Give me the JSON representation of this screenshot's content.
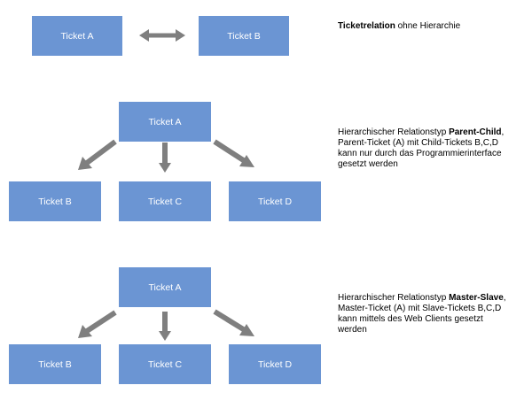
{
  "row1": {
    "left": "Ticket A",
    "right": "Ticket B",
    "desc_bold": "Ticketrelation",
    "desc_rest": " ohne Hierarchie"
  },
  "row2": {
    "parent": "Ticket A",
    "children": [
      "Ticket B",
      "Ticket C",
      "Ticket D"
    ],
    "desc_prefix": "Hierarchischer Relationstyp ",
    "desc_bold": "Parent-Child",
    "desc_suffix": ",",
    "desc_lines": [
      "Parent-Ticket (A) mit Child-Tickets B,C,D",
      "kann nur durch das Programmierinterface",
      "gesetzt werden"
    ]
  },
  "row3": {
    "parent": "Ticket A",
    "children": [
      "Ticket B",
      "Ticket C",
      "Ticket D"
    ],
    "desc_prefix": "Hierarchischer Relationstyp ",
    "desc_bold": "Master-Slave",
    "desc_suffix": ",",
    "desc_lines": [
      "Master-Ticket (A) mit Slave-Tickets B,C,D",
      "kann mittels des Web Clients gesetzt",
      "werden"
    ]
  },
  "colors": {
    "box": "#6b95d3",
    "arrow": "#7f7f7f"
  }
}
